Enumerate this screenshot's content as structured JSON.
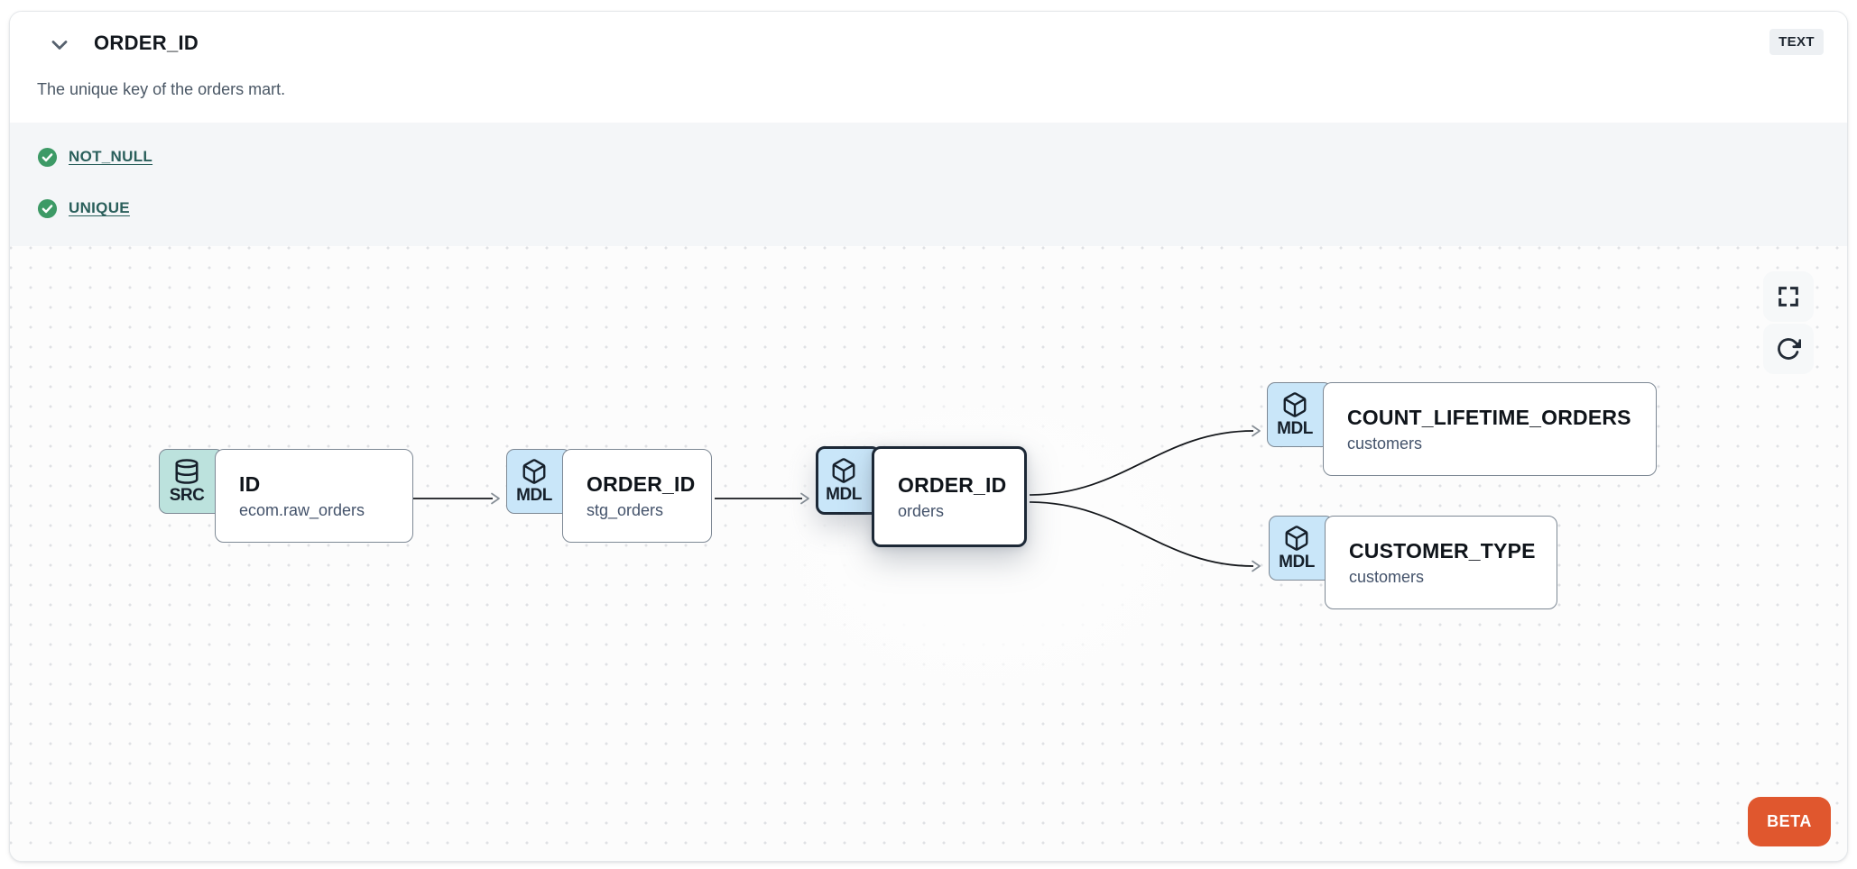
{
  "header": {
    "title": "ORDER_ID",
    "type_badge": "TEXT",
    "description": "The unique key of the orders mart.",
    "collapse_icon": "chevron-down-icon"
  },
  "tests": {
    "items": [
      {
        "label": "NOT_NULL",
        "status": "pass",
        "icon": "check-circle-icon"
      },
      {
        "label": "UNIQUE",
        "status": "pass",
        "icon": "check-circle-icon"
      }
    ]
  },
  "lineage": {
    "nodes": [
      {
        "badge": "SRC",
        "icon": "database-icon",
        "title": "ID",
        "subtitle": "ecom.raw_orders",
        "selected": false
      },
      {
        "badge": "MDL",
        "icon": "cube-icon",
        "title": "ORDER_ID",
        "subtitle": "stg_orders",
        "selected": false
      },
      {
        "badge": "MDL",
        "icon": "cube-icon",
        "title": "ORDER_ID",
        "subtitle": "orders",
        "selected": true
      },
      {
        "badge": "MDL",
        "icon": "cube-icon",
        "title": "COUNT_LIFETIME_ORDERS",
        "subtitle": "customers",
        "selected": false
      },
      {
        "badge": "MDL",
        "icon": "cube-icon",
        "title": "CUSTOMER_TYPE",
        "subtitle": "customers",
        "selected": false
      }
    ],
    "edges": [
      {
        "from": "ID (ecom.raw_orders)",
        "to": "ORDER_ID (stg_orders)"
      },
      {
        "from": "ORDER_ID (stg_orders)",
        "to": "ORDER_ID (orders)"
      },
      {
        "from": "ORDER_ID (orders)",
        "to": "COUNT_LIFETIME_ORDERS (customers)"
      },
      {
        "from": "ORDER_ID (orders)",
        "to": "CUSTOMER_TYPE (customers)"
      }
    ],
    "controls": {
      "fullscreen_icon": "fullscreen-icon",
      "refresh_icon": "refresh-icon"
    },
    "beta_label": "BETA"
  },
  "colors": {
    "accent_orange": "#e0572e",
    "badge_src_bg": "#bce2dd",
    "badge_mdl_bg": "#c9e6f9",
    "test_pass_green": "#3d9a66",
    "link_teal": "#2a5f5b",
    "selected_border": "#1c2836",
    "node_border": "#7d8894",
    "tests_strip_bg": "#f4f6f8"
  }
}
